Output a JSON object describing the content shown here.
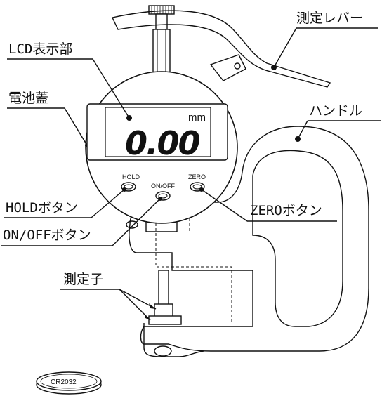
{
  "labels": {
    "lever": "測定レバー",
    "lcd": "LCD表示部",
    "battery_cover": "電池蓋",
    "handle": "ハンドル",
    "hold_button": "HOLDボタン",
    "onoff_button": "ON/OFFボタン",
    "zero_button": "ZEROボタン",
    "contact_points": "測定子"
  },
  "display": {
    "value": "0.00",
    "unit": "mm"
  },
  "buttons": {
    "hold": "HOLD",
    "onoff": "ON/OFF",
    "zero": "ZERO"
  },
  "battery": {
    "model": "CR2032"
  }
}
